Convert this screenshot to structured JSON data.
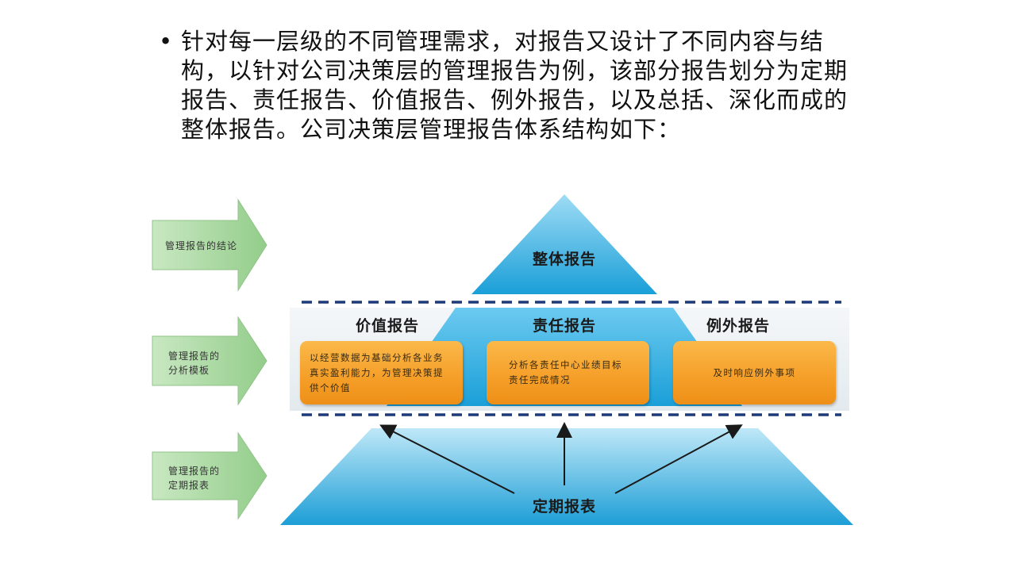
{
  "bullet": {
    "marker": "•",
    "text": "针对每一层级的不同管理需求，对报告又设计了不同内容与结构，以针对公司决策层的管理报告为例，该部分报告划分为定期报告、责任报告、价值报告、例外报告，以及总括、深化而成的整体报告。公司决策层管理报告体系结构如下："
  },
  "diagram": {
    "arrows": [
      {
        "label": "管理报告的结论"
      },
      {
        "label_line1": "管理报告的",
        "label_line2": "分析模板"
      },
      {
        "label_line1": "管理报告的",
        "label_line2": "定期报表"
      }
    ],
    "top_title": "整体报告",
    "middle": [
      {
        "title": "价值报告",
        "desc": "以经营数据为基础分析各业务真实盈利能力，为管理决策提供个价值"
      },
      {
        "title": "责任报告",
        "desc": "分析各责任中心业绩目标责任完成情况"
      },
      {
        "title": "例外报告",
        "desc": "及时响应例外事项"
      }
    ],
    "bottom_title": "定期报表",
    "colors": {
      "pyramid_light": "#bfe8f8",
      "pyramid_dark": "#1aa0d8",
      "arrow_green": "#a9d8a0",
      "box_orange": "#f5a02a",
      "dash_navy": "#1f3a78"
    }
  }
}
